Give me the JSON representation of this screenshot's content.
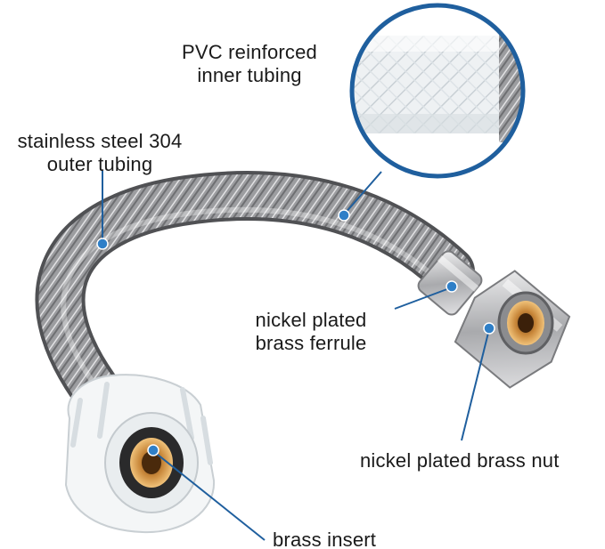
{
  "labels": {
    "pvc": {
      "line1": "PVC reinforced",
      "line2": "inner tubing"
    },
    "steel": {
      "line1": "stainless steel 304",
      "line2": "outer tubing"
    },
    "ferrule": {
      "line1": "nickel plated",
      "line2": "brass ferrule"
    },
    "nut": {
      "text": "nickel plated brass nut"
    },
    "insert": {
      "text": "brass insert"
    }
  },
  "colors": {
    "callout_line": "#1f5f9e",
    "callout_dot": "#2f7fc7",
    "steel_mid": "#a9aaad",
    "steel_dark": "#5f6063",
    "plastic_white": "#f4f6f7",
    "brass": "#c8873a",
    "nickel": "#d9d9da"
  }
}
